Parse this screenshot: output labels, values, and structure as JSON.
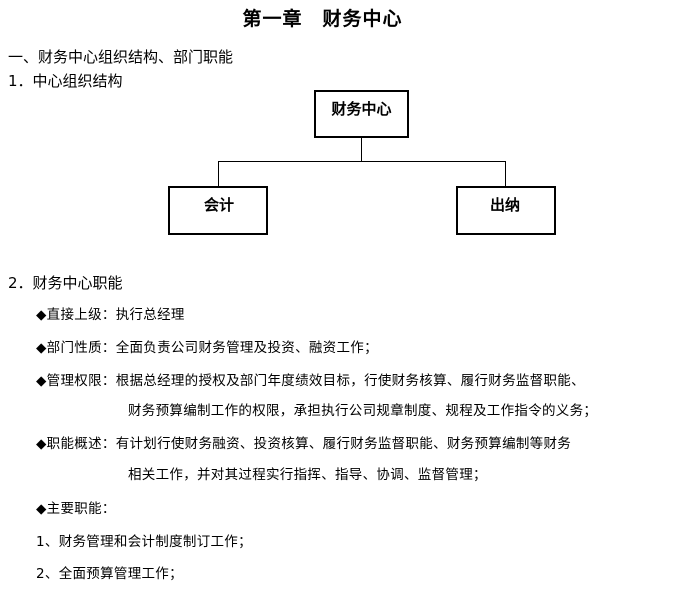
{
  "title": "第一章　财务中心",
  "section1": {
    "heading": "一、财务中心组织结构、部门职能",
    "sub1": "1．中心组织结构"
  },
  "org_chart": {
    "root": "财务中心",
    "children": [
      "会计",
      "出纳"
    ]
  },
  "section2": {
    "heading": "2．财务中心职能",
    "items": [
      {
        "label": "◆直接上级：",
        "text": "执行总经理"
      },
      {
        "label": "◆部门性质：",
        "text": "全面负责公司财务管理及投资、融资工作；"
      },
      {
        "label": "◆管理权限：",
        "text": "根据总经理的授权及部门年度绩效目标，行使财务核算、履行财务监督职能、",
        "cont": "财务预算编制工作的权限，承担执行公司规章制度、规程及工作指令的义务；"
      },
      {
        "label": "◆职能概述：",
        "text": "有计划行使财务融资、投资核算、履行财务监督职能、财务预算编制等财务",
        "cont": "相关工作，并对其过程实行指挥、指导、协调、监督管理；"
      }
    ],
    "main_duties_label": "◆主要职能：",
    "duties": [
      "1、财务管理和会计制度制订工作；",
      "2、全面预算管理工作；"
    ]
  }
}
